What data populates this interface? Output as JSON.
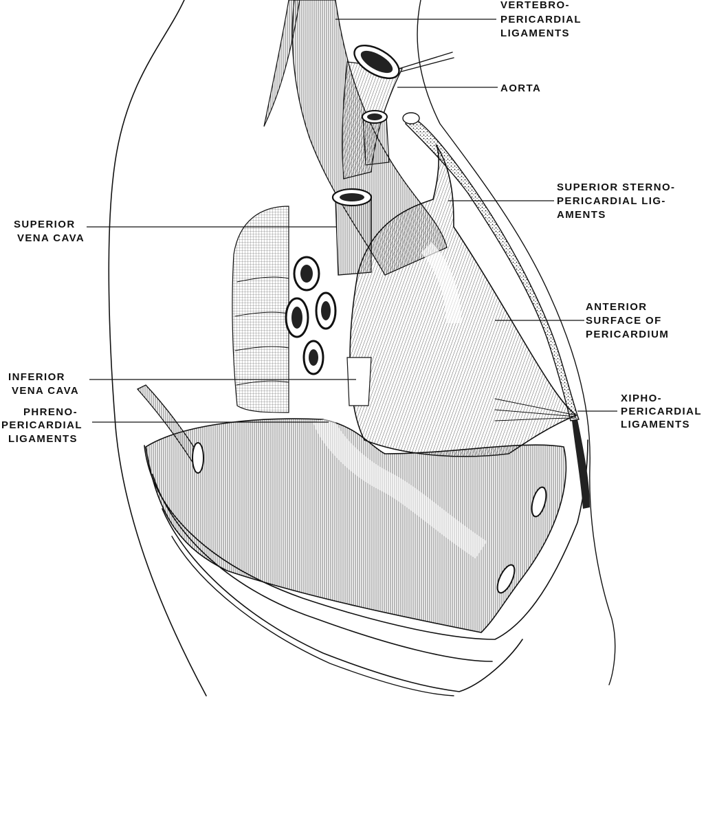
{
  "labels": {
    "vertebro": [
      "VERTEBRO-",
      "PERICARDIAL",
      "LIGAMENTS"
    ],
    "aorta": [
      "AORTA"
    ],
    "sup_sterno": [
      "SUPERIOR STERNO-",
      "PERICARDIAL LIG-",
      "AMENTS"
    ],
    "svc": [
      "SUPERIOR",
      "VENA CAVA"
    ],
    "anterior": [
      "ANTERIOR",
      "SURFACE OF",
      "PERICARDIUM"
    ],
    "ivc": [
      "INFERIOR",
      "VENA CAVA"
    ],
    "xipho": [
      "XIPHO-",
      "PERICARDIAL",
      "LIGAMENTS"
    ],
    "phreno": [
      "PHRENO-",
      "PERICARDIAL",
      "LIGAMENTS"
    ]
  }
}
